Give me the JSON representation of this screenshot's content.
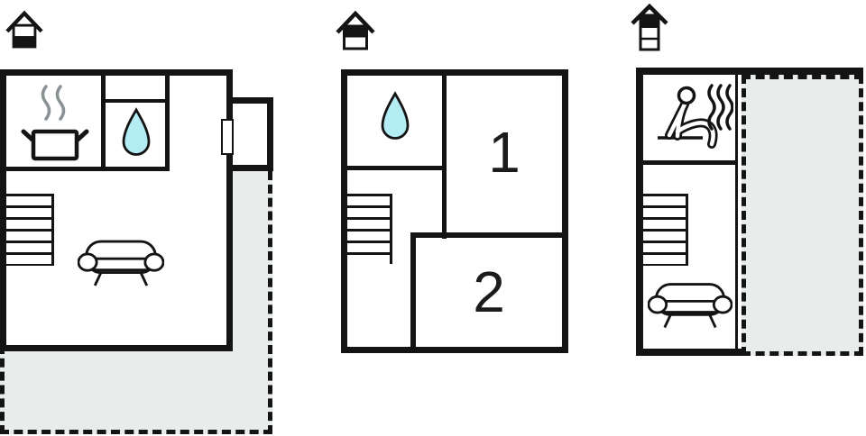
{
  "labels": {
    "room1": "1",
    "room2": "2"
  },
  "colors": {
    "wall": "#141414",
    "water_drop_fill": "#b3edf3",
    "outdoor_area_fill": "#e8edeb",
    "kitchen_steam_gray": "#8a9296"
  },
  "floors": [
    {
      "name": "ground-floor",
      "level_indicator": "house-icon-bottom-band-filled",
      "rooms": [
        "kitchen",
        "bathroom",
        "closet",
        "entry",
        "living-room"
      ],
      "features": [
        "cooking-pot",
        "water-drop",
        "stairs",
        "sofa",
        "entry-door",
        "porch",
        "dashed-terrace"
      ]
    },
    {
      "name": "middle-floor",
      "level_indicator": "house-icon-top-band-filled",
      "rooms": [
        "bathroom",
        "room-1",
        "room-2",
        "stair-hall"
      ],
      "features": [
        "water-drop",
        "stairs"
      ]
    },
    {
      "name": "top-floor",
      "level_indicator": "house-icon-attic-band-filled",
      "rooms": [
        "sauna",
        "lounge"
      ],
      "features": [
        "sauna-person",
        "stairs",
        "sofa",
        "dashed-open-area"
      ]
    }
  ]
}
